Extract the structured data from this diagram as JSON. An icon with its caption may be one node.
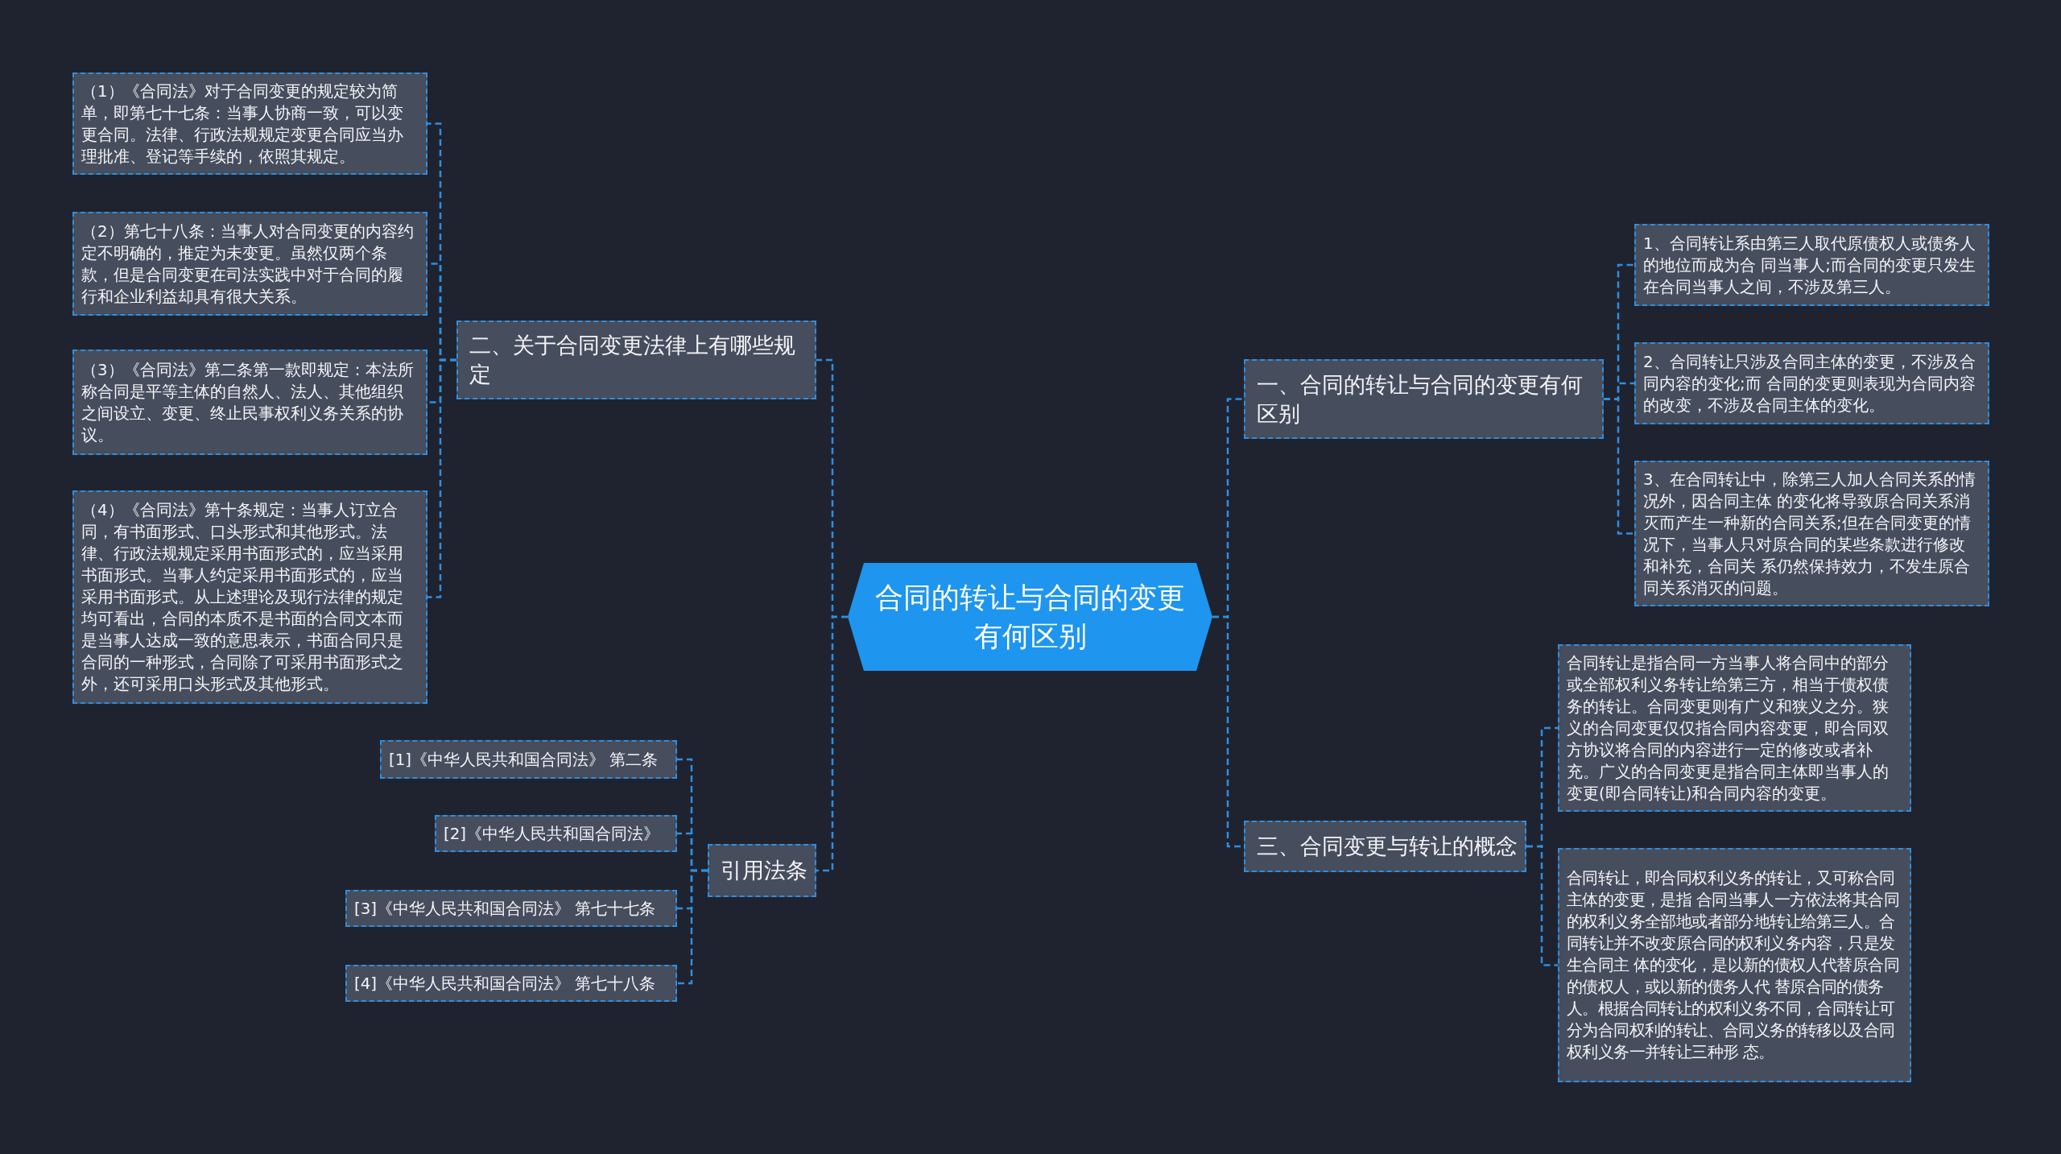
{
  "diagram": {
    "nodes": [
      {
        "text": [
          "合同的转让与合同的变更有何区别"
        ]
      },
      {
        "text": [
          "二、关于合同变更法律上有哪些规定"
        ]
      },
      {
        "text": [
          "（1）《合同法》对于合同变更的规定较为简单，即第七十七条：当事人协商一致，可以变更合同。法律、行政法规规定变更合同应当办理批准、登记等手续的，依照其规定。"
        ]
      },
      {
        "text": [
          "（2）第七十八条：当事人对合同变更的内容约定不明确的，推定为未变更。虽然仅两个条款，但是合同变更在司法实践中对于合同的履行和企业利益却具有很大关系。"
        ]
      },
      {
        "text": [
          "（3）《合同法》第二条第一款即规定：本法所称合同是平等主体的自然人、法人、其他组织之间设立、变更、终止民事权利义务关系的协议。"
        ]
      },
      {
        "text": [
          "（4）《合同法》第十条规定：当事人订立合同，有书面形式、口头形式和其他形式。法律、行政法规规定采用书面形式的，应当采用书面形式。当事人约定采用书面形式的，应当采用书面形式。从上述理论及现行法律的规定均可看出，合同的本质不是书面的合同文本而是当事人达成一致的意思表示，书面合同只是合同的一种形式，合同除了可采用书面形式之外，还可采用口头形式及其他形式。"
        ]
      },
      {
        "text": [
          "引用法条"
        ]
      },
      {
        "text": [
          "[1]《中华人民共和国合同法》 第二条"
        ]
      },
      {
        "text": [
          "[2]《中华人民共和国合同法》"
        ]
      },
      {
        "text": [
          "[3]《中华人民共和国合同法》 第七十七条"
        ]
      },
      {
        "text": [
          "[4]《中华人民共和国合同法》 第七十八条"
        ]
      },
      {
        "text": [
          "一、合同的转让与合同的变更有何区别"
        ]
      },
      {
        "text": [
          "1、合同转让系由第三人取代原债权人或债务人的地位而成为合 同当事人;而合同的变更只发生在合同当事人之间，不涉及第三人。"
        ]
      },
      {
        "text": [
          "2、合同转让只涉及合同主体的变更，不涉及合同内容的变化;而 合同的变更则表现为合同内容的改变，不涉及合同主体的变化。"
        ]
      },
      {
        "text": [
          "3、在合同转让中，除第三人加人合同关系的情况外，因合同主体 的变化将导致原合同关系消灭而产生一种新的合同关系;但在合同变更的情况下，当事人只对原合同的某些条款进行修改和补充，合同关 系仍然保持效力，不发生原合同关系消灭的问题。"
        ]
      },
      {
        "text": [
          "三、合同变更与转让的概念"
        ]
      },
      {
        "text": [
          "合同转让是指合同一方当事人将合同中的部分或全部权利义务转让给第三方，相当于债权债务的转让。合同变更则有广义和狭义之分。狭义的合同变更仅仅指合同内容变更，即合同双方协议将合同的内容进行一定的修改或者补充。广义的合同变更是指合同主体即当事人的变更(即合同转让)和合同内容的变更。"
        ]
      },
      {
        "text": [
          "合同转让，即合同权利义务的转让，又可称合同主体的变更，是指 合同当事人一方依法将其合同的权利义务全部地或者部分地转让给第三人。合同转让并不改变原合同的权利义务内容，只是发生合同主 体的变化，是以新的债权人代替原合同的债权人，或以新的债务人代 替原合同的债务人。根据合同转让的权利义务不同，合同转让可分为合同权利的转让、合同义务的转移以及合同权利义务一并转让三种形 态。"
        ]
      }
    ],
    "edges": [
      {
        "from": 0,
        "to": 1,
        "arrow": "none"
      },
      {
        "from": 1,
        "to": 2,
        "arrow": "none"
      },
      {
        "from": 1,
        "to": 3,
        "arrow": "none"
      },
      {
        "from": 1,
        "to": 4,
        "arrow": "none"
      },
      {
        "from": 1,
        "to": 5,
        "arrow": "none"
      },
      {
        "from": 0,
        "to": 6,
        "arrow": "none"
      },
      {
        "from": 6,
        "to": 7,
        "arrow": "none"
      },
      {
        "from": 6,
        "to": 8,
        "arrow": "none"
      },
      {
        "from": 6,
        "to": 9,
        "arrow": "none"
      },
      {
        "from": 6,
        "to": 10,
        "arrow": "none"
      },
      {
        "from": 0,
        "to": 11,
        "arrow": "none"
      },
      {
        "from": 11,
        "to": 12,
        "arrow": "none"
      },
      {
        "from": 11,
        "to": 13,
        "arrow": "none"
      },
      {
        "from": 11,
        "to": 14,
        "arrow": "none"
      },
      {
        "from": 0,
        "to": 15,
        "arrow": "none"
      },
      {
        "from": 15,
        "to": 16,
        "arrow": "none"
      },
      {
        "from": 15,
        "to": 17,
        "arrow": "none"
      }
    ]
  }
}
